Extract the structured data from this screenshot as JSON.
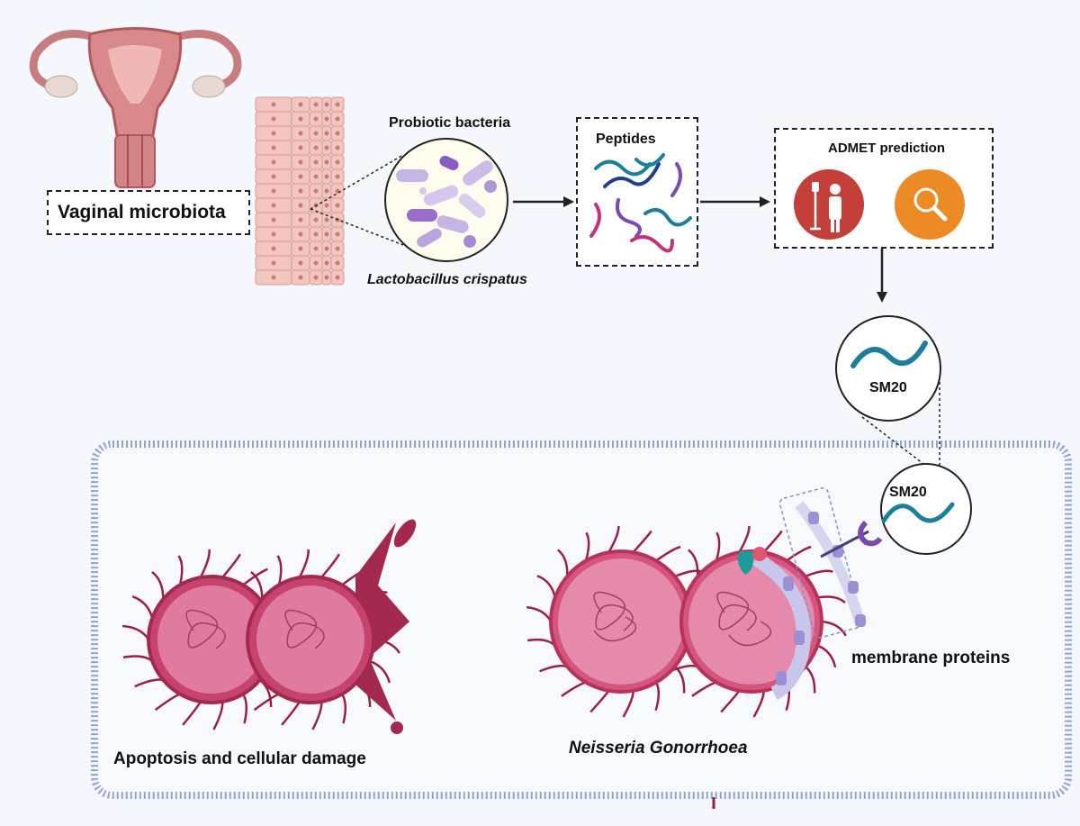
{
  "labels": {
    "vaginal_microbiota": "Vaginal microbiota",
    "probiotic_bacteria": "Probiotic bacteria",
    "lactobacillus": "Lactobacillus crispatus",
    "peptides": "Peptides",
    "admet": "ADMET prediction",
    "sm20_top": "SM20",
    "sm20_bound": "SM20",
    "membrane_proteins": "membrane proteins",
    "neisseria": "Neisseria Gonorrhoea",
    "apoptosis": "Apoptosis and cellular damage"
  },
  "icons": {
    "admet_patient": "patient-iv-icon",
    "admet_search": "magnifier-icon"
  },
  "colors": {
    "bacterium_outer": "#b8325a",
    "bacterium_inner": "#e07ca0",
    "damaged": "#9c1f45",
    "peptide_teal": "#1c7f9a",
    "peptide_blue": "#1d3f8f",
    "peptide_purple": "#7a4ab0",
    "peptide_pink": "#c4307a",
    "admet_red": "#c3403a",
    "admet_orange": "#ec8a25",
    "frame_stripe": "#8fa4d6"
  }
}
